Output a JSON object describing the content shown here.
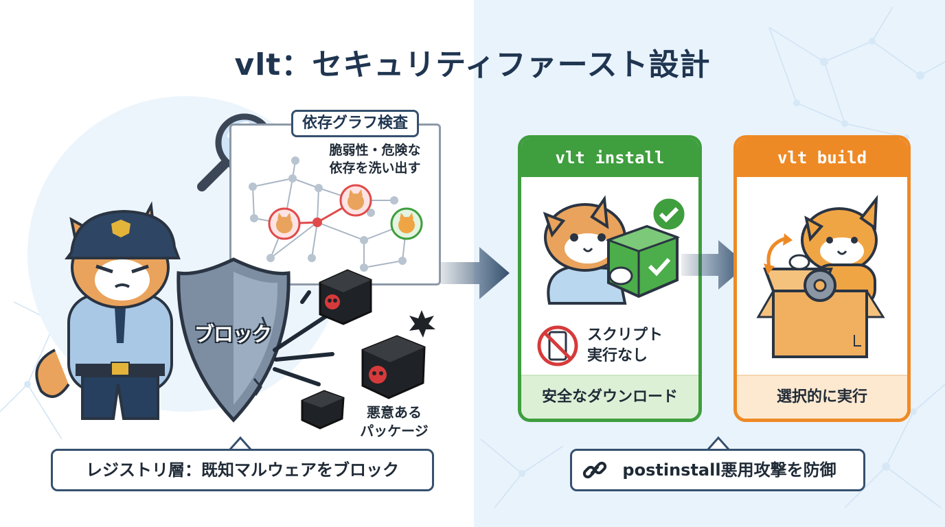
{
  "title": "vlt：セキュリティファースト設計",
  "dependency_graph": {
    "label": "依存グラフ検査",
    "note_line1": "脆弱性・危険な",
    "note_line2": "依存を洗い出す"
  },
  "registry": {
    "shield_label": "ブロック",
    "malicious_line1": "悪意ある",
    "malicious_line2": "パッケージ",
    "caption": "レジストリ層：既知マルウェアをブロック"
  },
  "install_card": {
    "header": "vlt install",
    "no_script_line1": "スクリプト",
    "no_script_line2": "実行なし",
    "footer": "安全なダウンロード",
    "accent": "#3f9e3e"
  },
  "build_card": {
    "header": "vlt build",
    "footer": "選択的に実行",
    "accent": "#ee8a26"
  },
  "postinstall_caption": "postinstall悪用攻撃を防御",
  "icons": [
    "magnifier-icon",
    "police-cat",
    "shield",
    "skull-box-icon",
    "check-icon",
    "no-script-icon",
    "gear-icon",
    "chain-link-icon",
    "arrow-icon"
  ]
}
